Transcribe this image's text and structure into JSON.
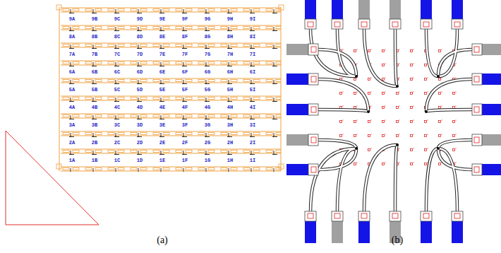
{
  "diagram": {
    "labels": [
      "9A",
      "9B",
      "9C",
      "9D",
      "9E",
      "9F",
      "9G",
      "9H",
      "9I",
      "8A",
      "8B",
      "8C",
      "8D",
      "8E",
      "8F",
      "8G",
      "8H",
      "8I",
      "7A",
      "7B",
      "7C",
      "7D",
      "7E",
      "7F",
      "7G",
      "7H",
      "7I",
      "6A",
      "6B",
      "6C",
      "6D",
      "6E",
      "6F",
      "6G",
      "6H",
      "6I",
      "5A",
      "5B",
      "5C",
      "5D",
      "5E",
      "5F",
      "5G",
      "5H",
      "5I",
      "4A",
      "4B",
      "4C",
      "4D",
      "4E",
      "4F",
      "4G",
      "4H",
      "4I",
      "3A",
      "3B",
      "3C",
      "3D",
      "3E",
      "3F",
      "3G",
      "3H",
      "3I",
      "2A",
      "2B",
      "2C",
      "2D",
      "2E",
      "2F",
      "2G",
      "2H",
      "2I",
      "1A",
      "1B",
      "1C",
      "1D",
      "1E",
      "1F",
      "1G",
      "1H",
      "1I",
      "(a)",
      "(b)"
    ]
  }
}
